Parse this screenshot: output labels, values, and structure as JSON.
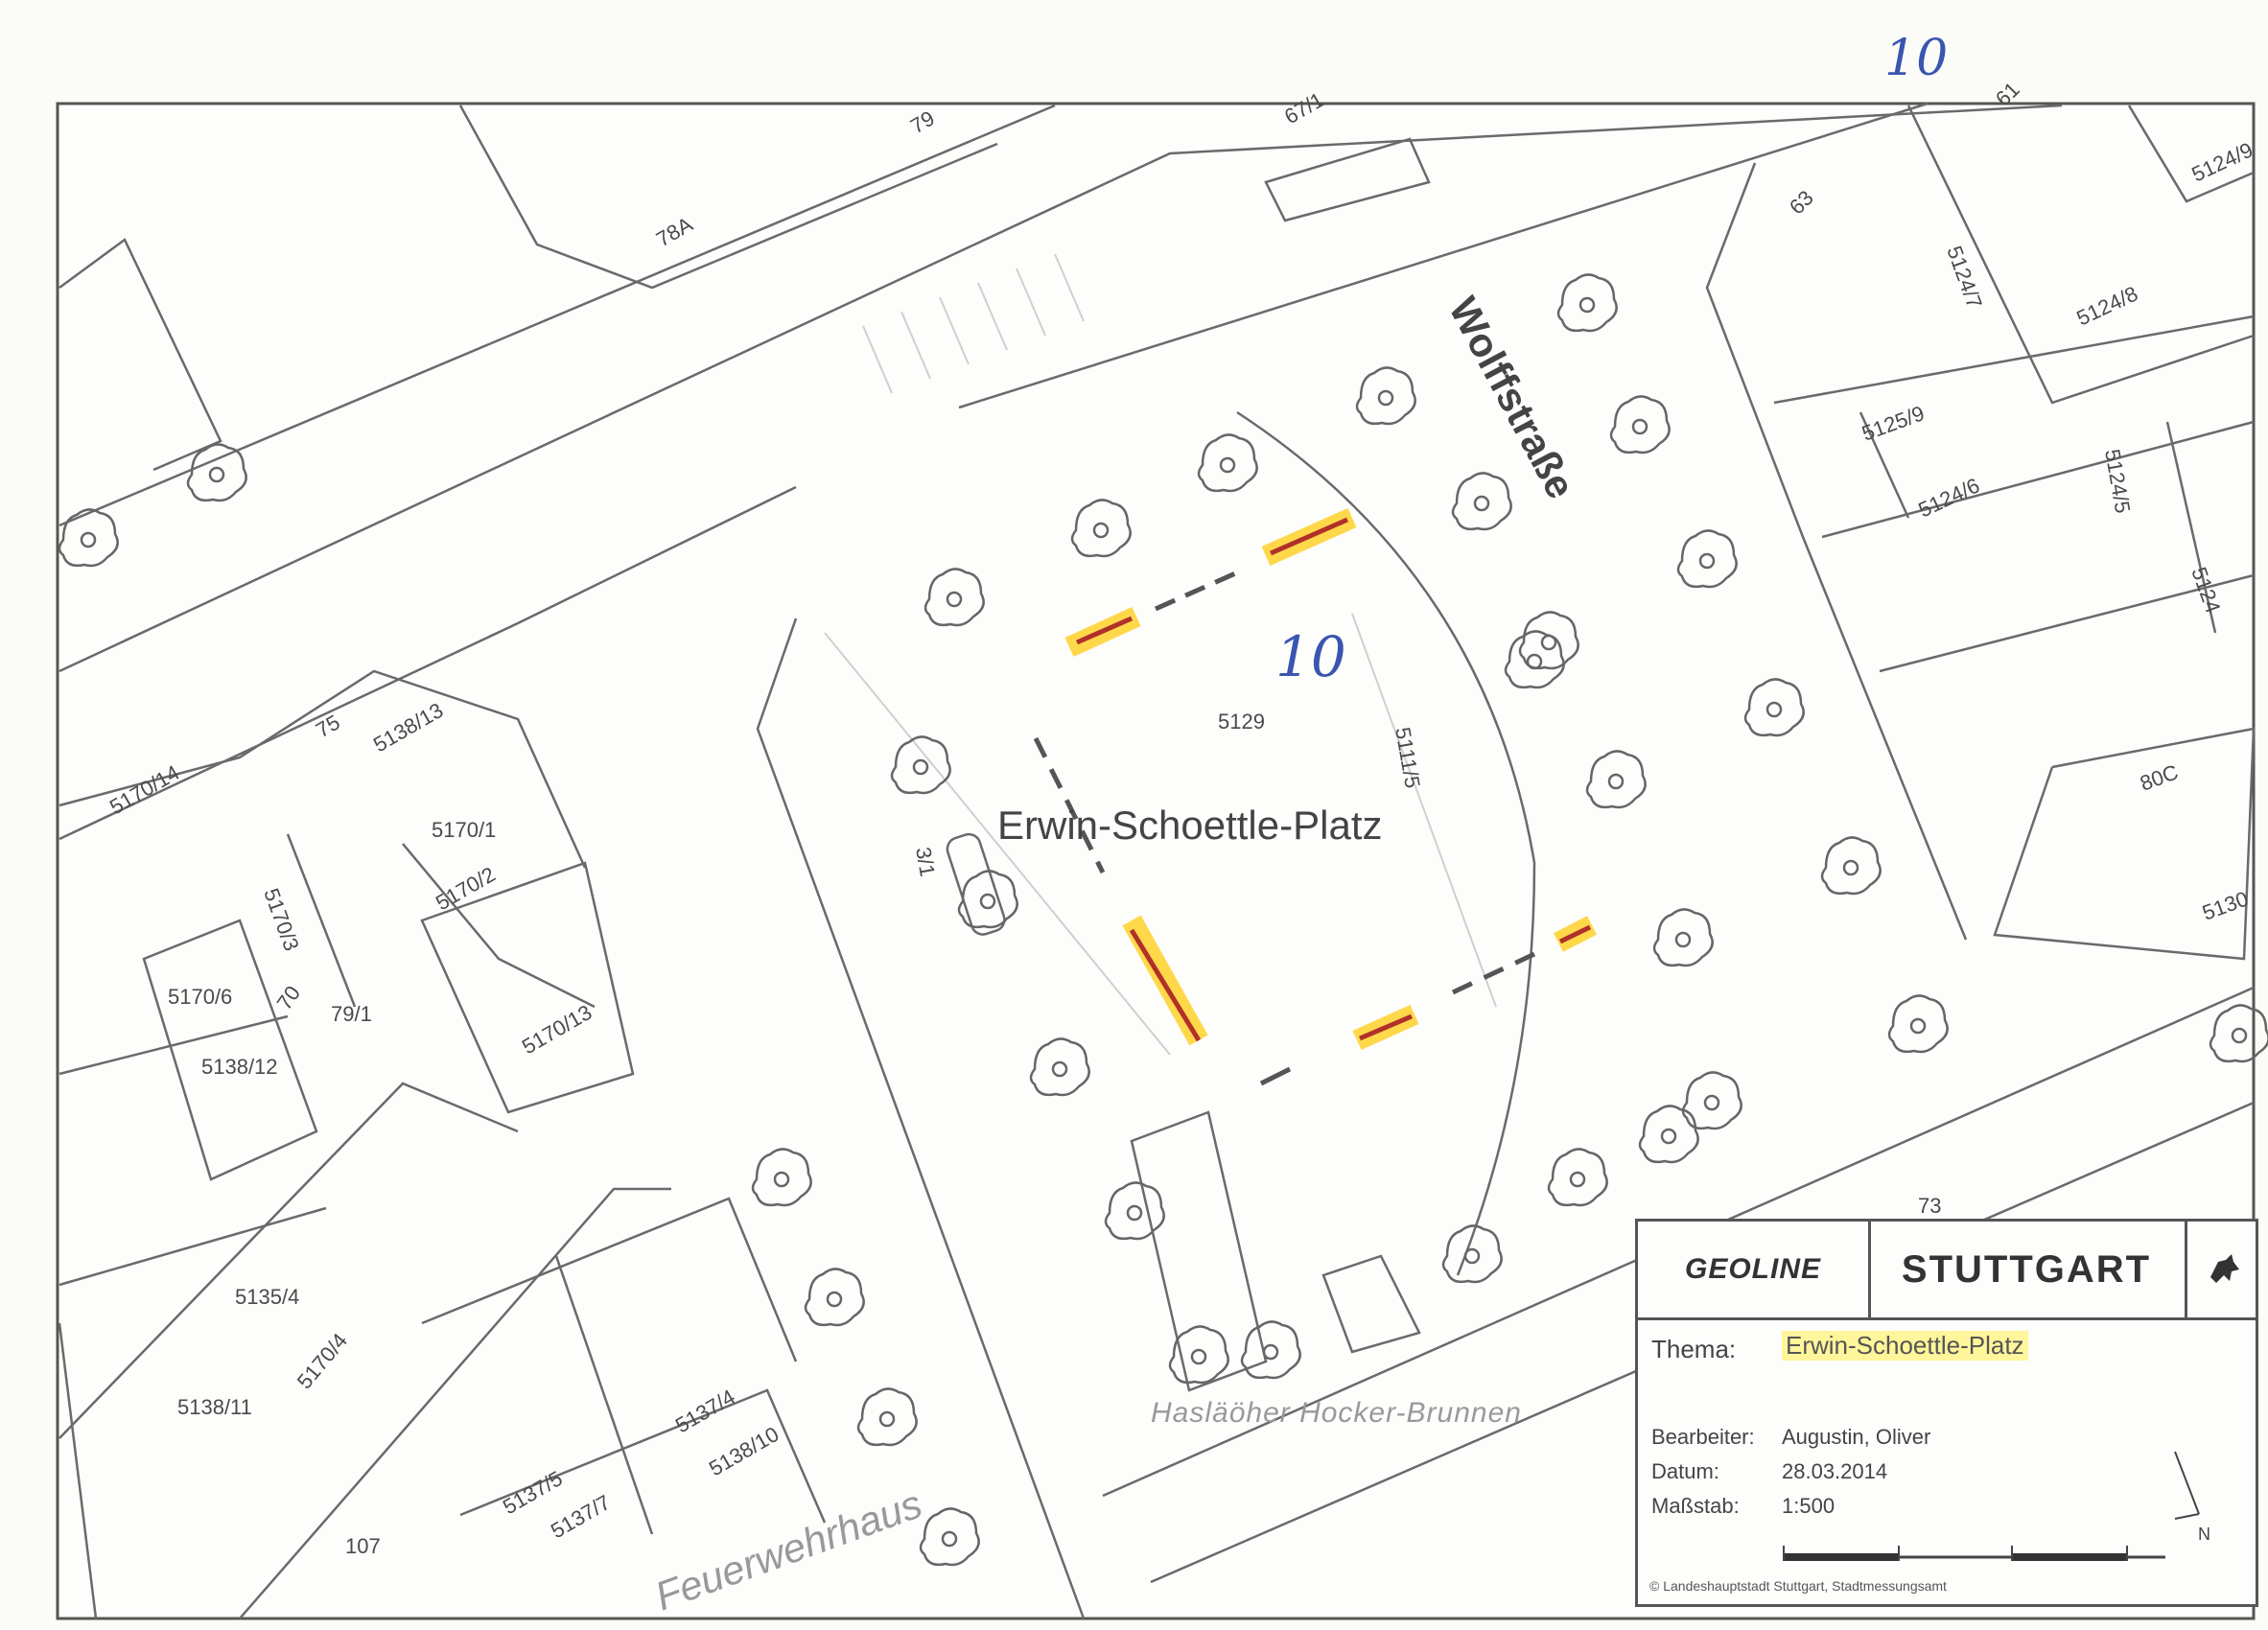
{
  "map": {
    "street_name": "Wolffstraße",
    "square_name": "Erwin-Schoettle-Platz",
    "fountain_label": "Hasläöher Hocker-Brunnen",
    "building_label": "Feuerwehrhaus",
    "handwritten_top": "10",
    "handwritten_center": "10",
    "parcels": [
      "79",
      "78A",
      "67/1",
      "61",
      "63",
      "5124/7",
      "5124/8",
      "5125/9",
      "5124/6",
      "5124/5",
      "5124/9",
      "5124",
      "80C",
      "5130",
      "5129",
      "5111/5",
      "73",
      "75",
      "5170/14",
      "5138/13",
      "5170/1",
      "5170/2",
      "5170/3",
      "5170/6",
      "79/1",
      "5138/12",
      "5170/13",
      "5135/4",
      "5170/4",
      "5138/11",
      "5137/4",
      "5138/10",
      "5137/5",
      "5137/7",
      "107",
      "70",
      "3/1"
    ],
    "colors": {
      "yellow_highlight": "#ffd84a",
      "red_dash": "#b0302a",
      "line": "#555555",
      "handwriting": "#3a55b0"
    }
  },
  "legend": {
    "logo_left": "GEOLINE",
    "logo_right": "STUTTGART",
    "thema_label": "Thema:",
    "thema_value": "Erwin-Schoettle-Platz",
    "bearbeiter_label": "Bearbeiter:",
    "bearbeiter_value": "Augustin, Oliver",
    "datum_label": "Datum:",
    "datum_value": "28.03.2014",
    "massstab_label": "Maßstab:",
    "massstab_value": "1:500",
    "north_label": "N",
    "copyright": "© Landeshauptstadt Stuttgart, Stadtmessungsamt"
  }
}
